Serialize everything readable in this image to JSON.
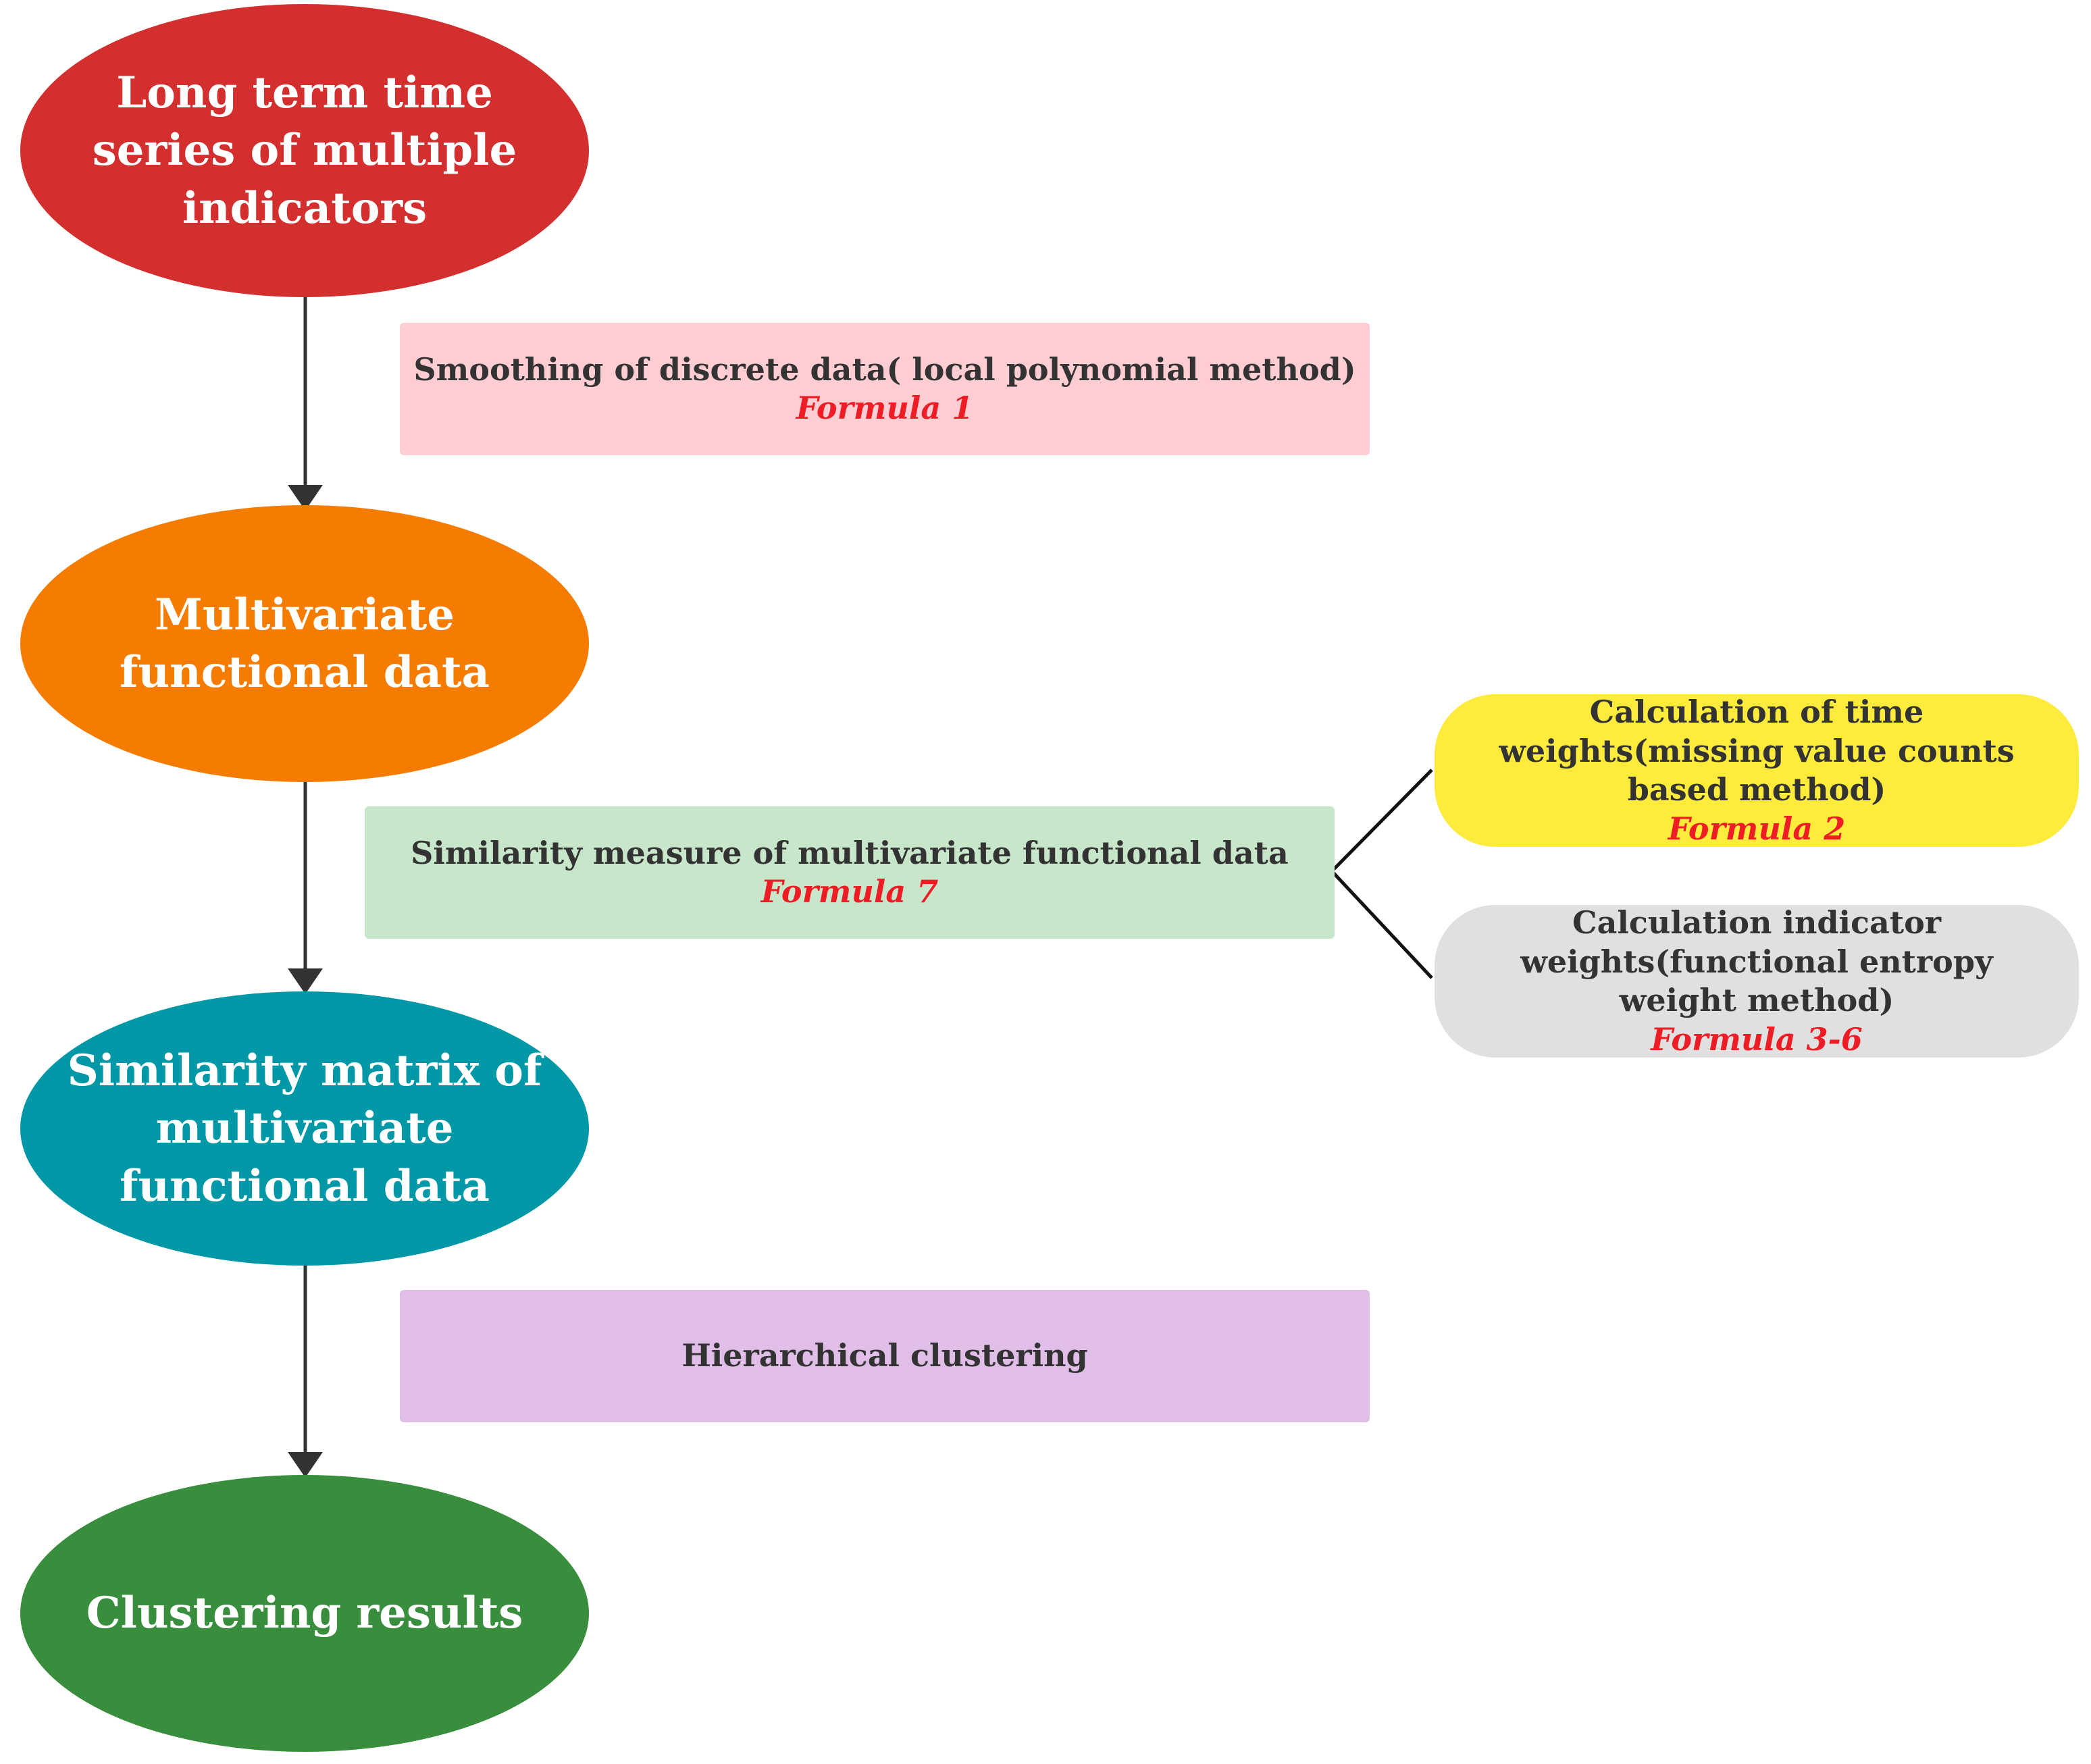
{
  "nodes": {
    "long_term": {
      "text": "Long term time series of multiple indicators",
      "color": "#d32f2f"
    },
    "multivariate": {
      "text": "Multivariate functional data",
      "color": "#f57c00"
    },
    "similarity_matrix": {
      "text": "Similarity matrix of multivariate functional data",
      "color": "#0097a7"
    },
    "clustering_results": {
      "text": "Clustering results",
      "color": "#388e3c"
    }
  },
  "steps": {
    "smoothing": {
      "text": "Smoothing of discrete data( local polynomial method)",
      "formula": "Formula 1",
      "color": "#ffcdd2"
    },
    "similarity_measure": {
      "text": "Similarity measure of multivariate functional data",
      "formula": "Formula 7",
      "color": "#c8e6c9"
    },
    "hierarchical": {
      "text": "Hierarchical clustering",
      "color": "#e1bee7"
    },
    "time_weights": {
      "text": "Calculation of time weights(missing value counts based method)",
      "formula": "Formula 2",
      "color": "#ffeb3b"
    },
    "indicator_weights": {
      "text": "Calculation indicator weights(functional entropy weight method)",
      "formula": "Formula 3-6",
      "color": "#e0e0e0"
    }
  }
}
